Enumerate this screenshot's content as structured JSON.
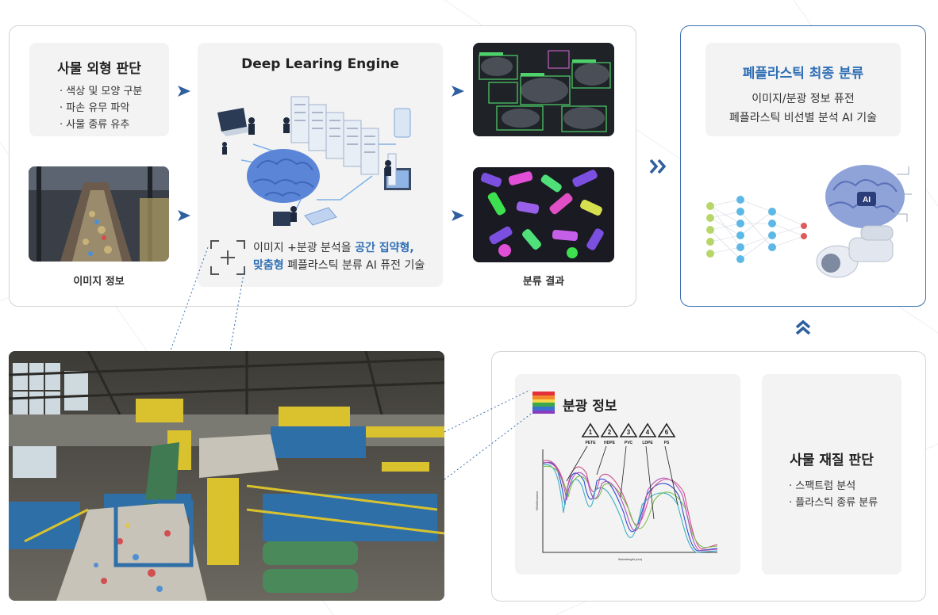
{
  "shape_card": {
    "title": "사물 외형 판단",
    "items": [
      "색상 및 모양 구분",
      "파손 유무 파악",
      "사물 종류 유추"
    ]
  },
  "image_info": {
    "caption": "이미지 정보"
  },
  "engine": {
    "title": "Deep Learing Engine",
    "desc_part1": "이미지 +분광 분석을 ",
    "desc_highlight1": "공간 집약형,",
    "desc_highlight2": "맞춤형",
    "desc_part2": " 폐플라스틱 분류 AI 퓨전 기술"
  },
  "result": {
    "caption": "분류 결과"
  },
  "final": {
    "title": "폐플라스틱 최종 분류",
    "line1": "이미지/분광 정보 퓨전",
    "line2": "폐플라스틱 비선별 분석 AI 기술"
  },
  "spectral": {
    "title": "분광 정보"
  },
  "spectrum_chart": {
    "labels": [
      "PETE",
      "HDPE",
      "PVC",
      "LDPE",
      "PS"
    ],
    "codes": [
      "1",
      "2",
      "3",
      "4",
      "6"
    ],
    "ylabel": "%Reflectance",
    "xlabel": "Wavelength (nm)"
  },
  "material": {
    "title": "사물 재질 판단",
    "items": [
      "스팩트럼 분석",
      "플라스틱 종류 분류"
    ]
  },
  "colors": {
    "accent": "#2f6fb5",
    "arrow": "#2f5f9e",
    "border": "#d4d4d4"
  }
}
